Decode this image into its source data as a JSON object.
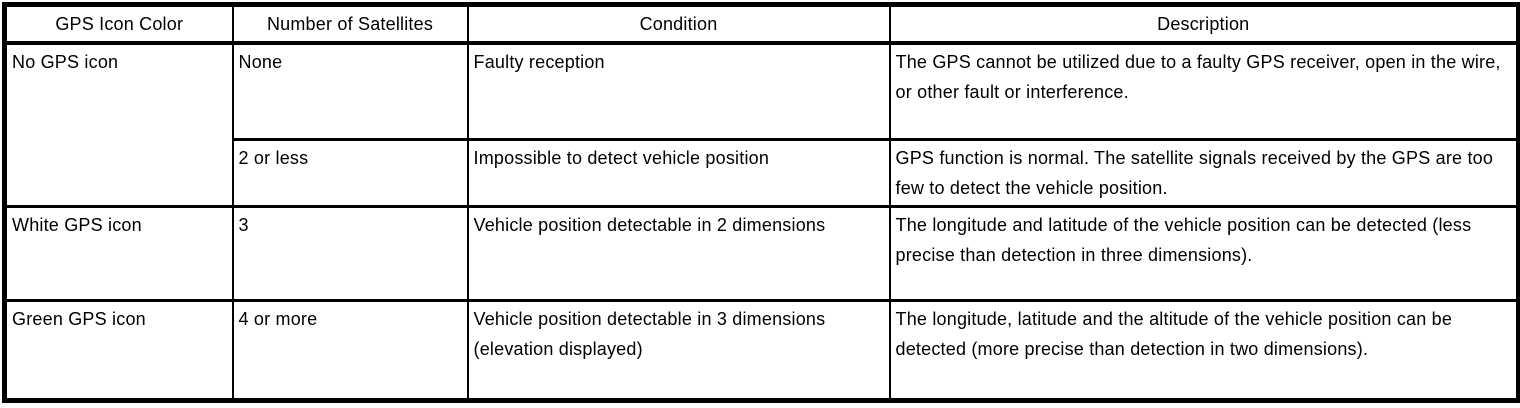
{
  "colors": {
    "border": "#000000",
    "text": "#000000",
    "background": "#ffffff"
  },
  "table": {
    "headers": [
      "GPS Icon Color",
      "Number of Satellites",
      "Condition",
      "Description"
    ],
    "rows": [
      {
        "icon_color": "No GPS icon",
        "satellites": "None",
        "condition": "Faulty reception",
        "description": "The GPS cannot be utilized due to a faulty GPS receiver, open in the wire, or other fault or interference."
      },
      {
        "satellites": "2 or less",
        "condition": "Impossible to detect vehicle position",
        "description": "GPS function is normal. The satellite signals received by the GPS are too few to detect the vehicle position."
      },
      {
        "icon_color": "White GPS icon",
        "satellites": "3",
        "condition": "Vehicle position detectable in 2 dimensions",
        "description": "The longitude and latitude of the vehicle position can be detected (less precise than detection in three dimensions)."
      },
      {
        "icon_color": "Green GPS icon",
        "satellites": "4 or more",
        "condition": "Vehicle position detectable in 3 dimensions (elevation displayed)",
        "description": "The longitude, latitude and the altitude of the vehicle position can be detected (more precise than detection in two dimensions)."
      }
    ]
  }
}
